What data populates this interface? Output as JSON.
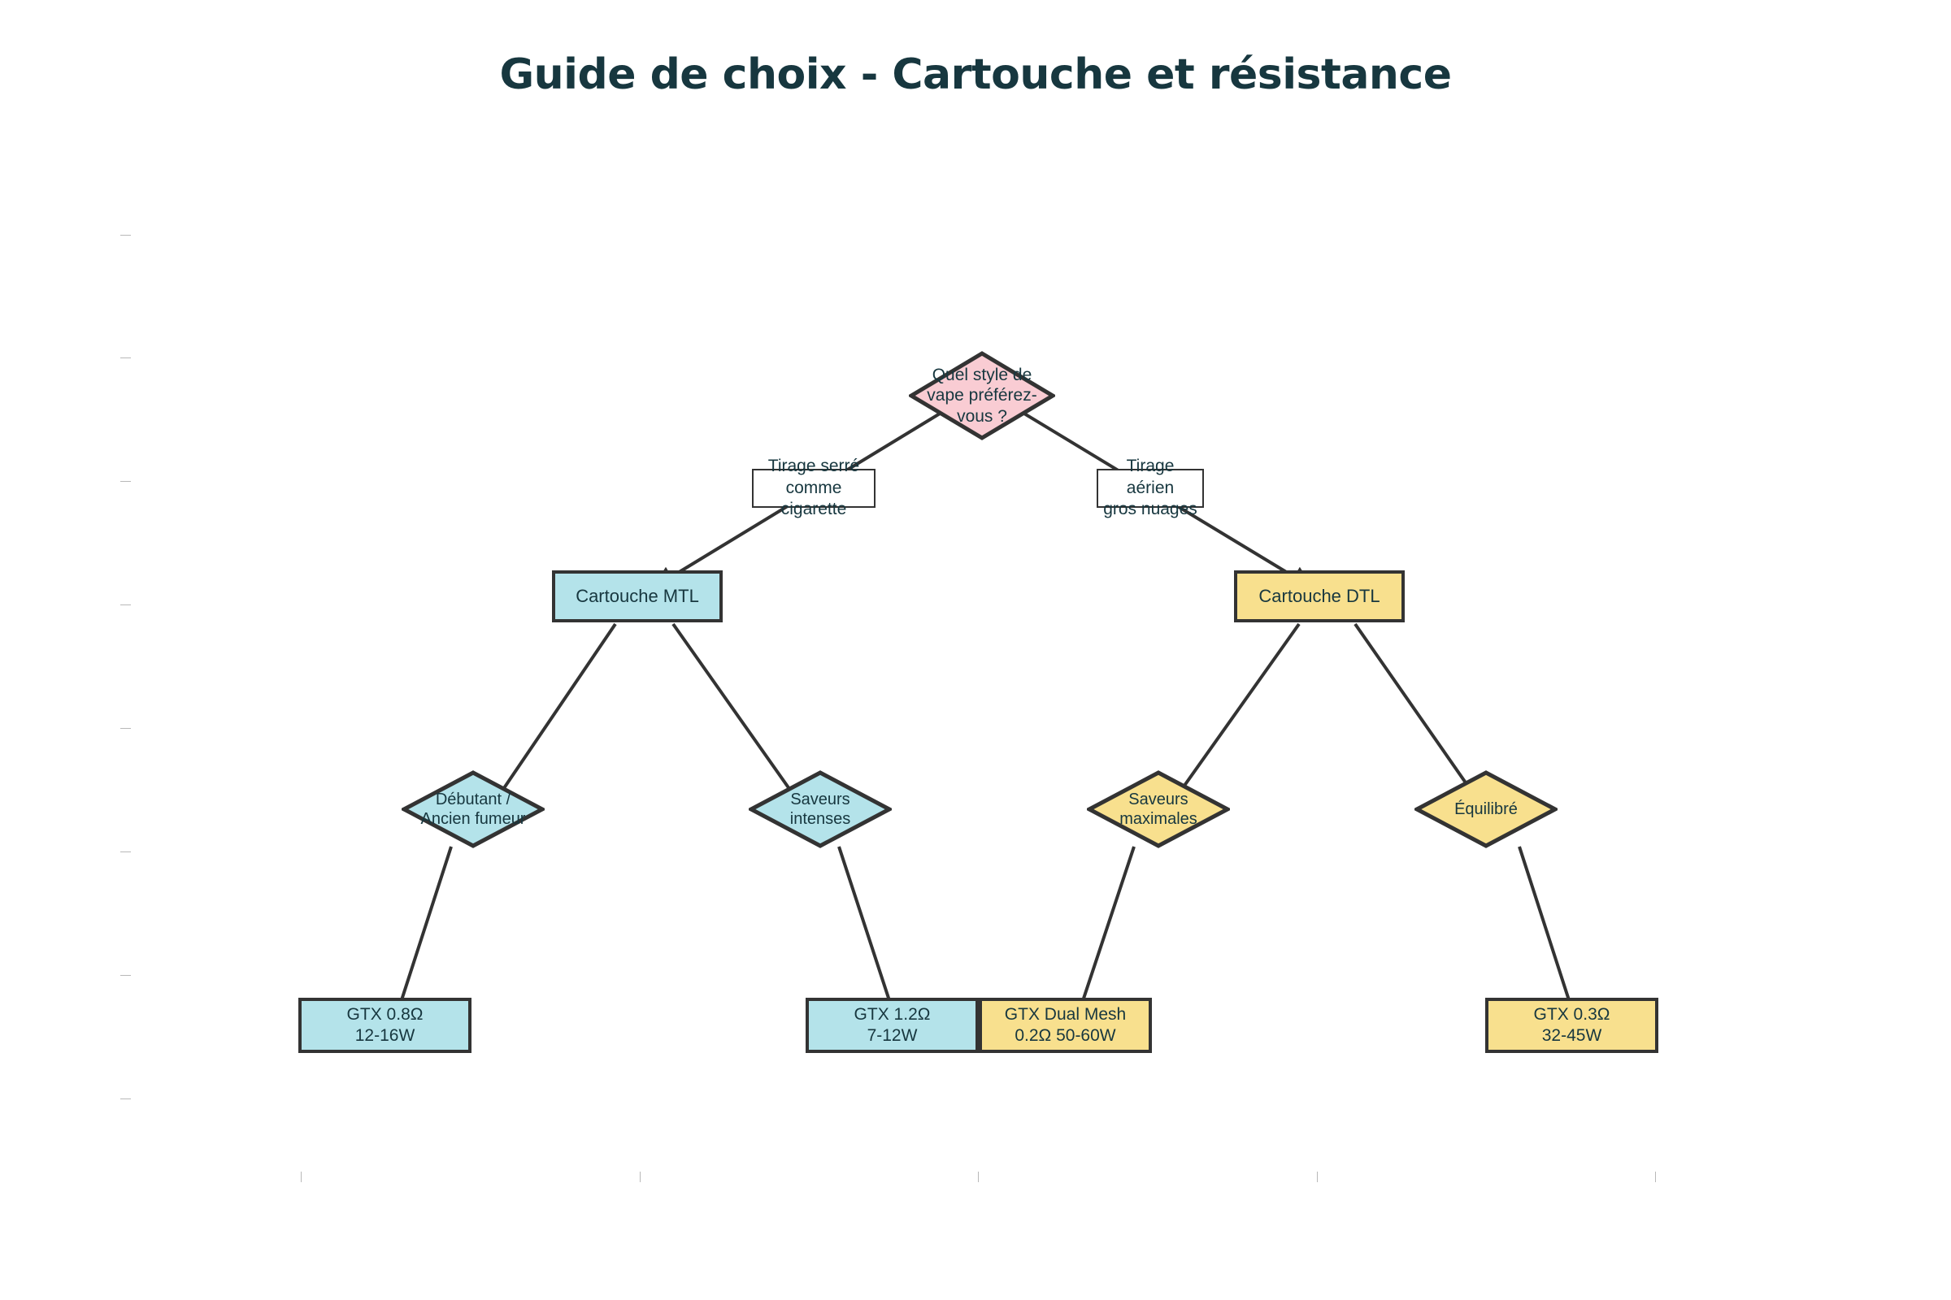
{
  "page": {
    "title": "Guide de choix - Cartouche et résistance",
    "title_color": "#17373f",
    "background": "#ffffff"
  },
  "palette": {
    "decision_root_fill": "#f9ccd3",
    "mtl_fill": "#b4e3ea",
    "dtl_fill": "#f8e08e",
    "stroke": "#333333",
    "text": "#17373f",
    "edge_line": "#333333"
  },
  "chart_data": {
    "type": "diagram",
    "subtype": "decision-tree",
    "title": "Guide de choix - Cartouche et résistance",
    "nodes": [
      {
        "id": "root",
        "label": "Quel style de\nvape préférez-\nvous ?",
        "shape": "diamond",
        "color": "#f9ccd3",
        "level": 0
      },
      {
        "id": "mtl",
        "label": "Cartouche MTL",
        "shape": "rect",
        "color": "#b4e3ea",
        "level": 1
      },
      {
        "id": "dtl",
        "label": "Cartouche DTL",
        "shape": "rect",
        "color": "#f8e08e",
        "level": 1
      },
      {
        "id": "debutant",
        "label": "Débutant /\nAncien fumeur",
        "shape": "diamond",
        "color": "#b4e3ea",
        "level": 2
      },
      {
        "id": "saveurs_intenses",
        "label": "Saveurs\nintenses",
        "shape": "diamond",
        "color": "#b4e3ea",
        "level": 2
      },
      {
        "id": "saveurs_maximales",
        "label": "Saveurs\nmaximales",
        "shape": "diamond",
        "color": "#f8e08e",
        "level": 2
      },
      {
        "id": "equilibre",
        "label": "Équilibré",
        "shape": "diamond",
        "color": "#f8e08e",
        "level": 2
      },
      {
        "id": "gtx08",
        "label": "GTX 0.8Ω\n12-16W",
        "shape": "rect",
        "color": "#b4e3ea",
        "level": 3
      },
      {
        "id": "gtx12",
        "label": "GTX 1.2Ω\n7-12W",
        "shape": "rect",
        "color": "#b4e3ea",
        "level": 3
      },
      {
        "id": "gtxdual",
        "label": "GTX Dual Mesh\n0.2Ω 50-60W",
        "shape": "rect",
        "color": "#f8e08e",
        "level": 3
      },
      {
        "id": "gtx03",
        "label": "GTX 0.3Ω\n32-45W",
        "shape": "rect",
        "color": "#f8e08e",
        "level": 3
      }
    ],
    "edges": [
      {
        "from": "root",
        "to": "mtl",
        "label": "Tirage serré\ncomme cigarette"
      },
      {
        "from": "root",
        "to": "dtl",
        "label": "Tirage aérien\ngros nuages"
      },
      {
        "from": "mtl",
        "to": "debutant",
        "label": ""
      },
      {
        "from": "mtl",
        "to": "saveurs_intenses",
        "label": ""
      },
      {
        "from": "dtl",
        "to": "saveurs_maximales",
        "label": ""
      },
      {
        "from": "dtl",
        "to": "equilibre",
        "label": ""
      },
      {
        "from": "debutant",
        "to": "gtx08",
        "label": ""
      },
      {
        "from": "saveurs_intenses",
        "to": "gtx12",
        "label": ""
      },
      {
        "from": "saveurs_maximales",
        "to": "gtxdual",
        "label": ""
      },
      {
        "from": "equilibre",
        "to": "gtx03",
        "label": ""
      }
    ],
    "grid": false,
    "legend": null,
    "xlabel": "",
    "ylabel": ""
  },
  "nodes": {
    "root": {
      "label": "Quel style de\nvape préférez-\nvous ?"
    },
    "mtl": {
      "label": "Cartouche MTL"
    },
    "dtl": {
      "label": "Cartouche DTL"
    },
    "debutant": {
      "label": "Débutant /\nAncien fumeur"
    },
    "saveurs_intenses": {
      "label": "Saveurs\nintenses"
    },
    "saveurs_maximales": {
      "label": "Saveurs\nmaximales"
    },
    "equilibre": {
      "label": "Équilibré"
    },
    "gtx08": {
      "label": "GTX 0.8Ω\n12-16W"
    },
    "gtx12": {
      "label": "GTX 1.2Ω\n7-12W"
    },
    "gtxdual": {
      "label": "GTX Dual Mesh\n0.2Ω 50-60W"
    },
    "gtx03": {
      "label": "GTX 0.3Ω\n32-45W"
    }
  },
  "edge_labels": {
    "left": "Tirage serré\ncomme cigarette",
    "right": "Tirage aérien\ngros nuages"
  }
}
